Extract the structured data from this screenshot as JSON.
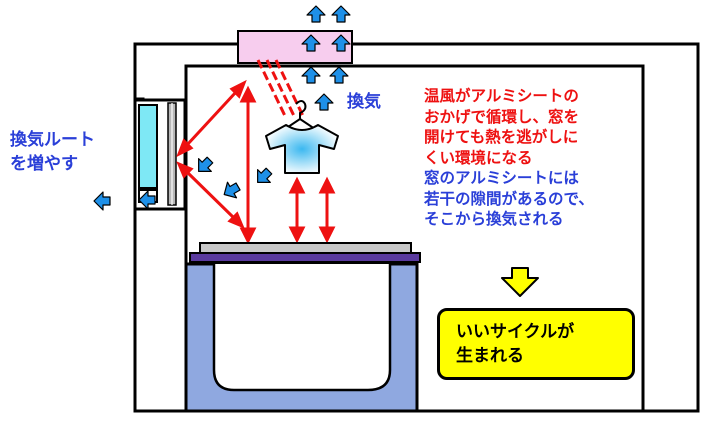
{
  "labels": {
    "ventilation": "換気",
    "route_line1": "換気ルート",
    "route_line2": "を増やす"
  },
  "description": {
    "red_lines": [
      "温風がアルミシートの",
      "おかげで循環し、窓を",
      "開けても熱を逃がしに",
      "くい環境になる"
    ],
    "blue_lines": [
      "窓のアルミシートには",
      "若干の隙間があるので、",
      "そこから換気される"
    ]
  },
  "result": {
    "line1": "いいサイクルが",
    "line2": "生まれる"
  },
  "colors": {
    "red_text": "#ee1111",
    "blue_text": "#2a3fd8",
    "heater": "#f7cdee",
    "window": "#7ee8f5",
    "tub": "#8fa8e0",
    "lid": "#5a3a9e",
    "callout": "#ffff00",
    "airflow_arrow": "#1e90e8"
  },
  "icons": [
    "up-arrow-icon",
    "left-arrow-icon",
    "down-arrow-icon",
    "hanger-icon",
    "tshirt-icon"
  ]
}
